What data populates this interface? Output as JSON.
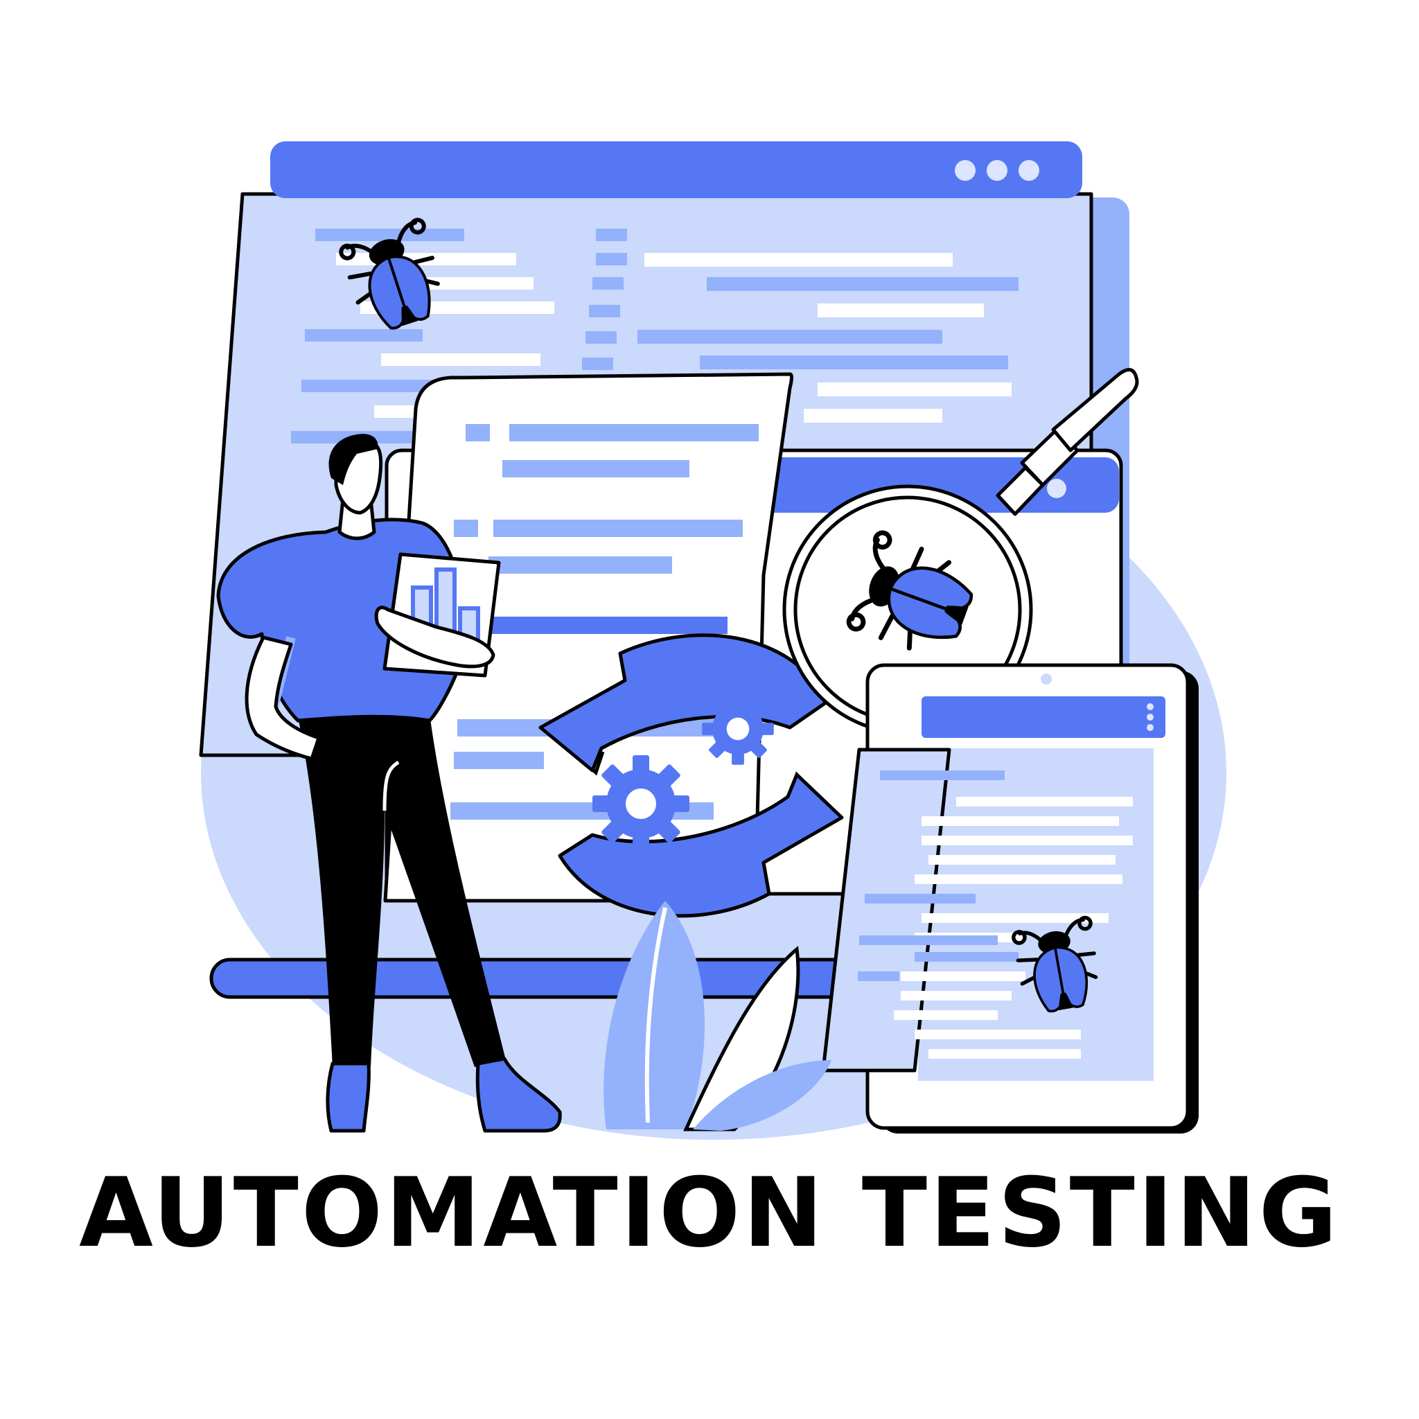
{
  "title": "AUTOMATION TESTING",
  "colors": {
    "blue": "#5577f3",
    "light_blue": "#cad9fc",
    "mid_blue": "#94b1fb",
    "outline": "#000000",
    "background": "#ffffff"
  },
  "illustration": {
    "elements": [
      "browser-window",
      "code-document",
      "laptop-screen",
      "tablet",
      "magnifying-glass",
      "bug-icon",
      "gear-icon",
      "refresh-arrows-icon",
      "bar-chart-sheet",
      "person",
      "leaf-plant"
    ]
  }
}
